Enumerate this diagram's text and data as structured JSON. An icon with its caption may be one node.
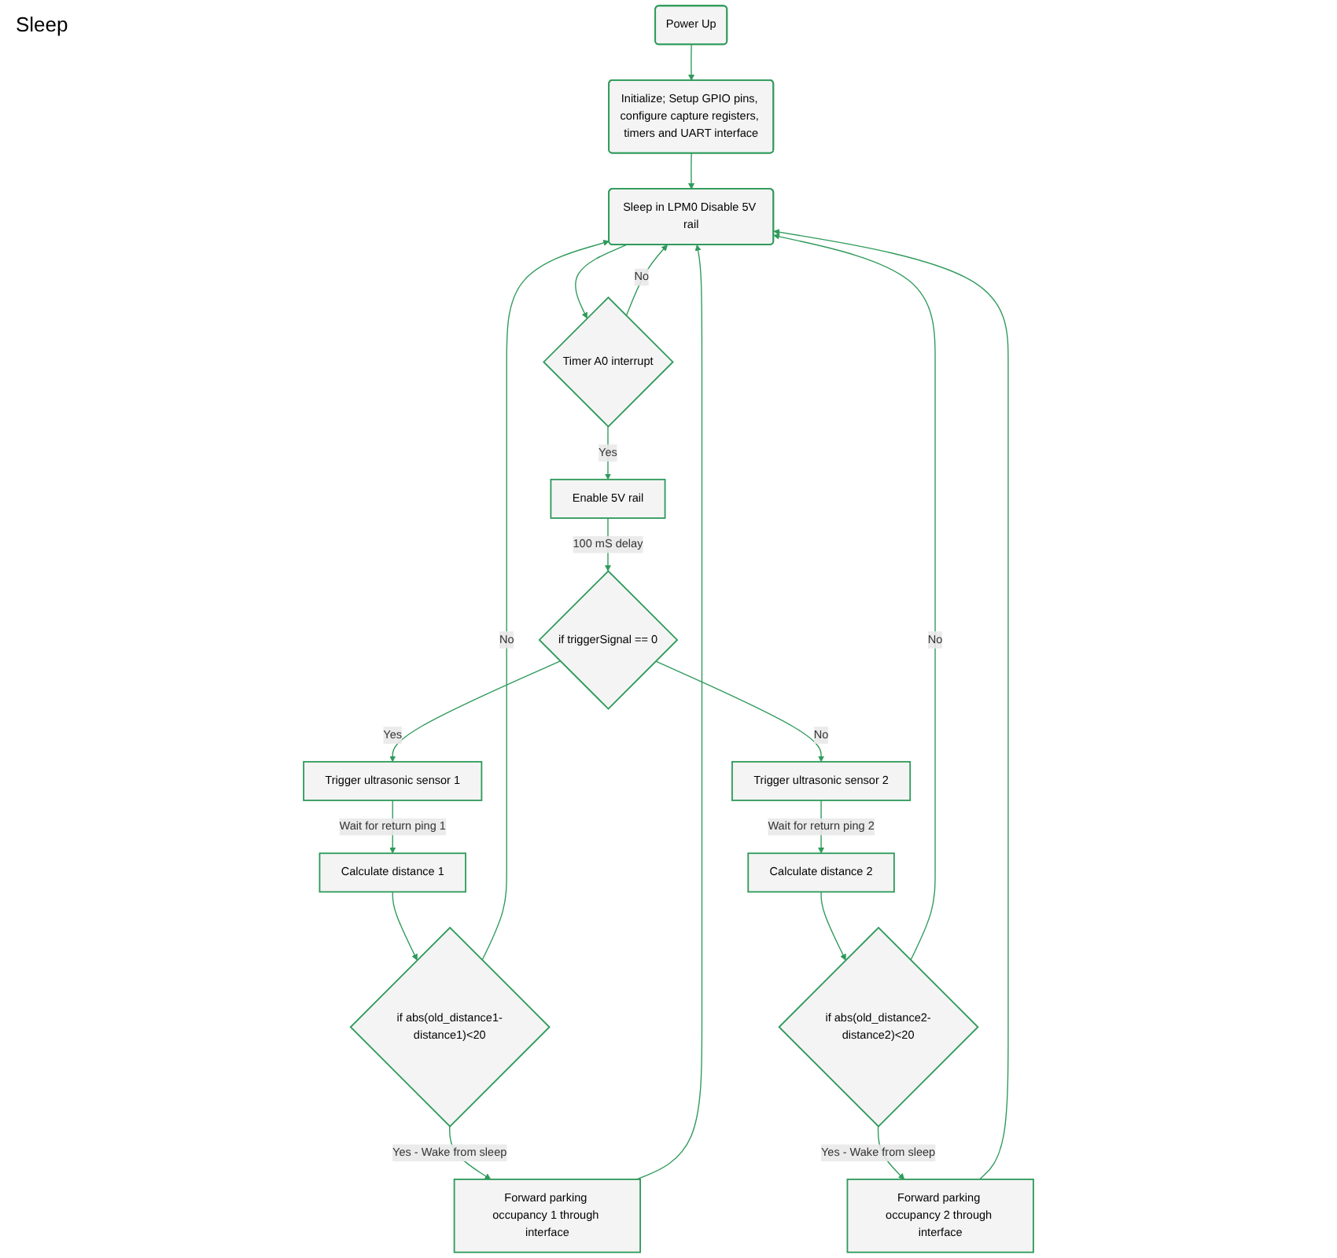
{
  "diagram": {
    "nodes": [
      {
        "text": [
          "Power Up"
        ]
      },
      {
        "text": [
          "Initialize; Setup GPIO pins, configure capture registers, timers and UART interface"
        ]
      },
      {
        "text": [
          "Sleep in LPM0 Disable 5V rail"
        ]
      },
      {
        "text": [
          "Timer A0 interrupt"
        ]
      },
      {
        "text": [
          "Enable 5V rail"
        ]
      },
      {
        "text": [
          "if triggerSignal == 0"
        ]
      },
      {
        "text": [
          "Trigger ultrasonic sensor 1"
        ]
      },
      {
        "text": [
          "Trigger ultrasonic sensor 2"
        ]
      },
      {
        "text": [
          "Calculate distance 1"
        ]
      },
      {
        "text": [
          "Calculate distance 2"
        ]
      },
      {
        "text": [
          "if abs(old_distance1-distance1)<20"
        ]
      },
      {
        "text": [
          "if abs(old_distance2-distance2)<20"
        ]
      },
      {
        "text": [
          "Forward parking occupancy 1 through interface"
        ]
      },
      {
        "text": [
          "Forward parking occupancy 2 through interface"
        ]
      }
    ],
    "edges": [
      {
        "from": 0,
        "to": 1,
        "arrow": "to"
      },
      {
        "from": 1,
        "to": 2,
        "arrow": "to"
      },
      {
        "from": 2,
        "to": 3,
        "arrow": "to"
      },
      {
        "from": 3,
        "to": 4,
        "arrow": "to",
        "label": "Yes"
      },
      {
        "from": 4,
        "to": 5,
        "arrow": "to",
        "label": "100 mS delay"
      },
      {
        "from": 5,
        "to": 6,
        "arrow": "to",
        "label": "Yes"
      },
      {
        "from": 5,
        "to": 7,
        "arrow": "to",
        "label": "No"
      },
      {
        "from": 3,
        "to": 2,
        "arrow": "to",
        "label": "No"
      },
      {
        "from": 6,
        "to": 8,
        "arrow": "to",
        "label": "Wait for return ping 1"
      },
      {
        "from": 7,
        "to": 9,
        "arrow": "to",
        "label": "Wait for return ping 2"
      },
      {
        "from": 8,
        "to": 10,
        "arrow": "to"
      },
      {
        "from": 9,
        "to": 11,
        "arrow": "to"
      },
      {
        "from": 10,
        "to": 2,
        "arrow": "to",
        "label": "No"
      },
      {
        "from": 10,
        "to": 12,
        "arrow": "to",
        "label": "Yes - Wake from sleep"
      },
      {
        "from": 11,
        "to": 13,
        "arrow": "to",
        "label": "Yes - Wake from sleep"
      },
      {
        "from": 12,
        "to": 2,
        "arrow": "to"
      },
      {
        "from": 13,
        "to": 2,
        "arrow": "to"
      },
      {
        "from": 11,
        "to": 2,
        "arrow": "to",
        "label": "No"
      }
    ],
    "labels": [
      "Sleep"
    ]
  }
}
